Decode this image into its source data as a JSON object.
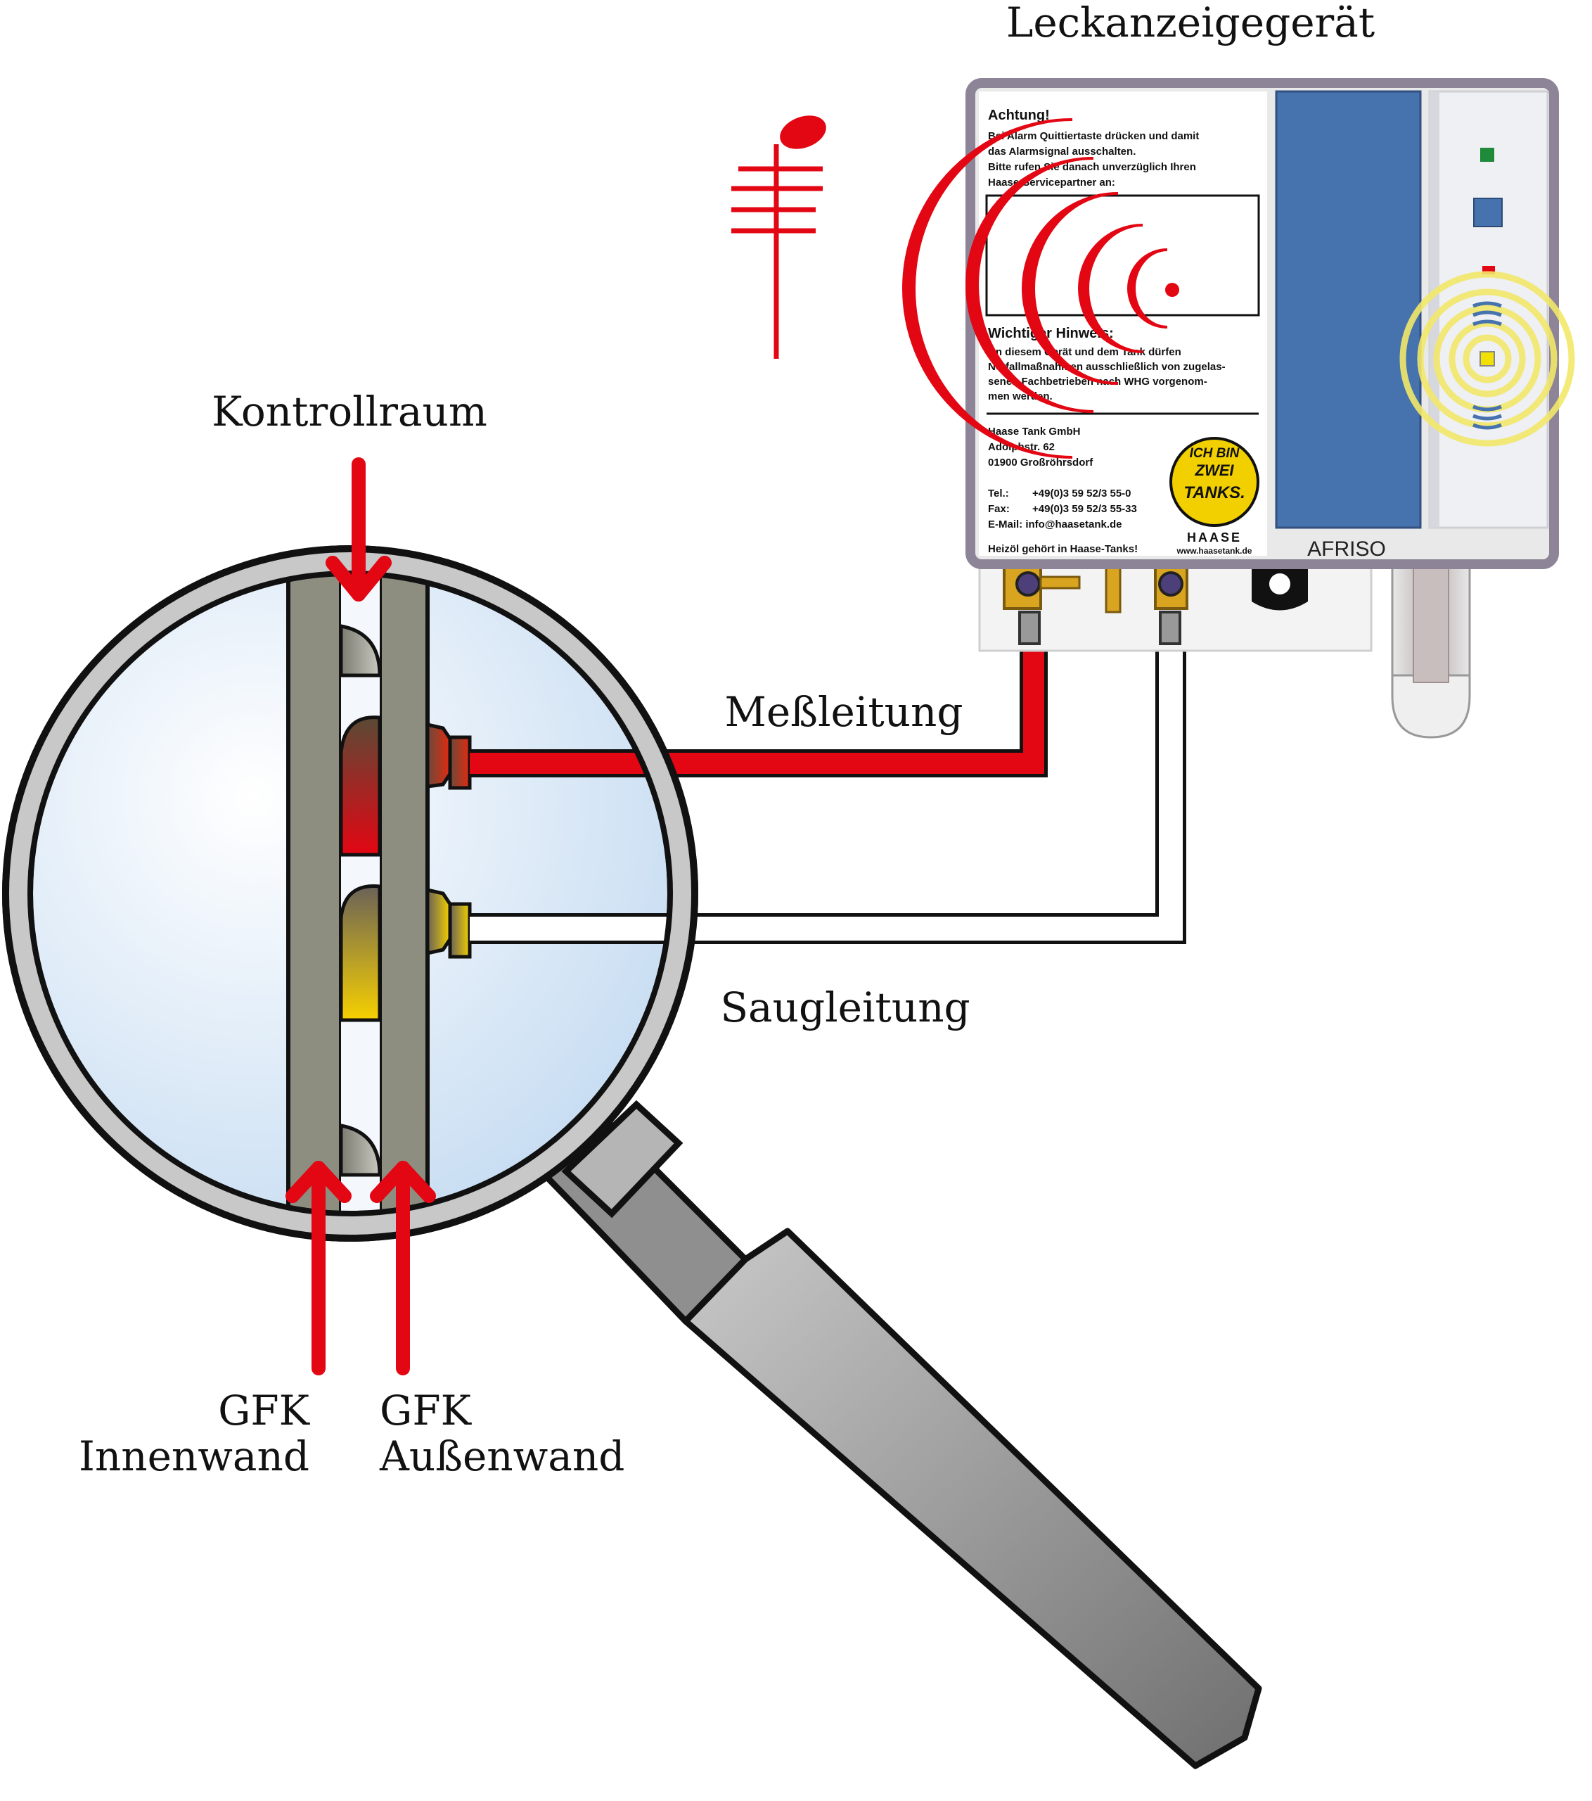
{
  "labels": {
    "device_title": "Leckanzeigegerät",
    "control_space": "Kontrollraum",
    "measuring_line": "Meßleitung",
    "suction_line": "Saugleitung",
    "inner_wall_1": "GFK",
    "inner_wall_2": "Innenwand",
    "outer_wall_1": "GFK",
    "outer_wall_2": "Außenwand"
  },
  "device_panel": {
    "warning_heading": "Achtung!",
    "warning_lines": [
      "Bei Alarm Quittiertaste drücken und damit",
      "das Alarmsignal ausschalten.",
      "Bitte rufen Sie danach unverzüglich Ihren",
      "Haase-Servicepartner an:"
    ],
    "notice_heading": "Wichtiger Hinweis:",
    "notice_lines": [
      "An diesem Gerät und dem Tank dürfen",
      "Notfallmaßnahmen ausschließlich von zugelas-",
      "senen Fachbetrieben nach WHG vorgenom-",
      "men werden."
    ],
    "company_lines": [
      "Haase Tank GmbH",
      "Adolphstr. 62",
      "01900 Großröhrsdorf"
    ],
    "tel_label": "Tel.:",
    "tel_value": "+49(0)3 59 52/3 55-0",
    "fax_label": "Fax:",
    "fax_value": "+49(0)3 59 52/3 55-33",
    "email_line": "E-Mail: info@haasetank.de",
    "slogan": "Heizöl gehört in Haase-Tanks!",
    "logo_text_1": "ICH BIN",
    "logo_text_2": "ZWEI",
    "logo_text_3": "TANKS.",
    "brand_wordmark": "HAASE",
    "website": "www.haasetank.de",
    "manufacturer": "AFRISO"
  },
  "colors": {
    "alarm_red": "#e30613",
    "wall_grey": "#8e8e80",
    "lens_blue": "#c6dcf2",
    "device_blue": "#4672ad",
    "device_frame": "#8d8497",
    "signal_yellow": "#f2e86a",
    "brass": "#d9a520"
  },
  "icons": [
    "magnifier",
    "horn-icon",
    "sound-wave-icon",
    "led-indicator",
    "valve-fitting"
  ]
}
